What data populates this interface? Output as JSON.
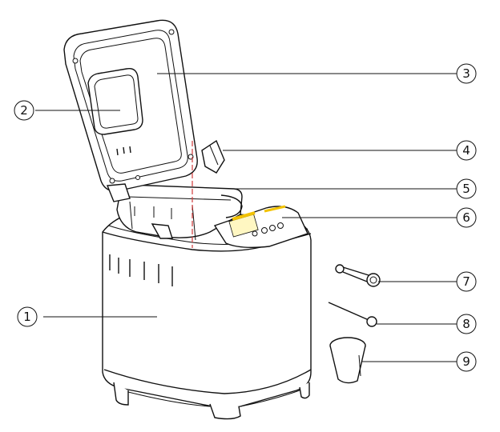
{
  "callouts": [
    {
      "number": "1",
      "part": "housing"
    },
    {
      "number": "2",
      "part": "viewing-window"
    },
    {
      "number": "3",
      "part": "lid"
    },
    {
      "number": "4",
      "part": "kneading-paddle"
    },
    {
      "number": "5",
      "part": "bread-pan"
    },
    {
      "number": "6",
      "part": "control-panel"
    },
    {
      "number": "7",
      "part": "measuring-spoon"
    },
    {
      "number": "8",
      "part": "hook"
    },
    {
      "number": "9",
      "part": "measuring-cup"
    }
  ],
  "colors": {
    "line": "#111111",
    "background": "#ffffff",
    "display_accent": "#f2c200",
    "guide_line": "#d23b3b"
  }
}
